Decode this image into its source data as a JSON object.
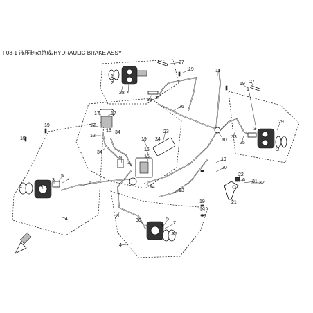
{
  "header": {
    "title": "F08-1 液压制动总成/HYDRAULIC BRAKE ASSY"
  },
  "callouts": [
    {
      "id": "c27a",
      "text": "27"
    },
    {
      "id": "c19a",
      "text": "19"
    },
    {
      "id": "c1a",
      "text": "1"
    },
    {
      "id": "c2a",
      "text": "2"
    },
    {
      "id": "c28",
      "text": "28"
    },
    {
      "id": "c7a",
      "text": "7"
    },
    {
      "id": "c33a",
      "text": "33"
    },
    {
      "id": "c3a",
      "text": "3"
    },
    {
      "id": "c26",
      "text": "26"
    },
    {
      "id": "c11",
      "text": "11"
    },
    {
      "id": "c19b",
      "text": "19"
    },
    {
      "id": "c27b",
      "text": "27"
    },
    {
      "id": "c1b",
      "text": "1"
    },
    {
      "id": "c29",
      "text": "29"
    },
    {
      "id": "c3b",
      "text": "3"
    },
    {
      "id": "c33b",
      "text": "33"
    },
    {
      "id": "c25",
      "text": "25"
    },
    {
      "id": "c10",
      "text": "10"
    },
    {
      "id": "c2b",
      "text": "2"
    },
    {
      "id": "c17a",
      "text": "17"
    },
    {
      "id": "c17b",
      "text": "17"
    },
    {
      "id": "c19c",
      "text": "19"
    },
    {
      "id": "c12a",
      "text": "12"
    },
    {
      "id": "c18",
      "text": "18"
    },
    {
      "id": "c34a",
      "text": "34"
    },
    {
      "id": "c12b",
      "text": "12"
    },
    {
      "id": "c34b",
      "text": "34"
    },
    {
      "id": "c23",
      "text": "23"
    },
    {
      "id": "c24",
      "text": "24"
    },
    {
      "id": "c19d",
      "text": "19"
    },
    {
      "id": "c19e",
      "text": "19"
    },
    {
      "id": "c16",
      "text": "16"
    },
    {
      "id": "c15",
      "text": "15"
    },
    {
      "id": "c9",
      "text": "9"
    },
    {
      "id": "c3c",
      "text": "3"
    },
    {
      "id": "c19f",
      "text": "19"
    },
    {
      "id": "c20",
      "text": "20"
    },
    {
      "id": "c22",
      "text": "22"
    },
    {
      "id": "c6",
      "text": "6"
    },
    {
      "id": "c31",
      "text": "31"
    },
    {
      "id": "c32",
      "text": "32"
    },
    {
      "id": "c14",
      "text": "14"
    },
    {
      "id": "c13",
      "text": "13"
    },
    {
      "id": "c21",
      "text": "21"
    },
    {
      "id": "c19g",
      "text": "19"
    },
    {
      "id": "c3d",
      "text": "3"
    },
    {
      "id": "c5a",
      "text": "5"
    },
    {
      "id": "c7b",
      "text": "7"
    },
    {
      "id": "c6b",
      "text": "6"
    },
    {
      "id": "c2c",
      "text": "2"
    },
    {
      "id": "c1c",
      "text": "1"
    },
    {
      "id": "c4a",
      "text": "4"
    },
    {
      "id": "c8",
      "text": "8"
    },
    {
      "id": "c19h",
      "text": "19"
    },
    {
      "id": "c19i",
      "text": "19"
    },
    {
      "id": "c30",
      "text": "30"
    },
    {
      "id": "c5b",
      "text": "5"
    },
    {
      "id": "c7c",
      "text": "7"
    },
    {
      "id": "c4b",
      "text": "4"
    },
    {
      "id": "c35",
      "text": "35"
    },
    {
      "id": "c4c",
      "text": "4"
    }
  ]
}
